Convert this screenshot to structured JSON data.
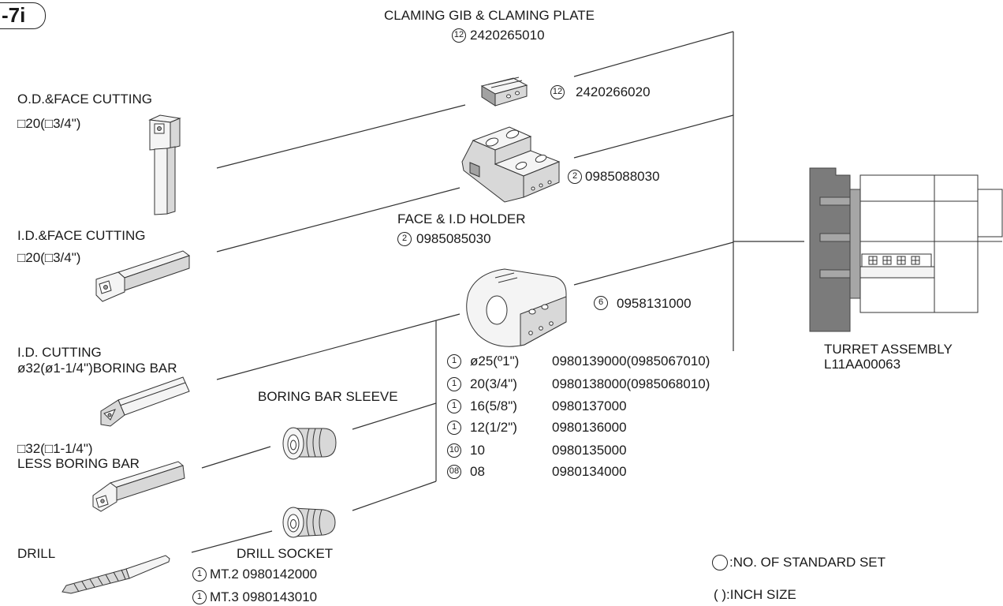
{
  "page_label": "-7i",
  "clamping": {
    "title": "CLAMING GIB & CLAMING PLATE",
    "plate": {
      "qty": "12",
      "number": "2420265010"
    },
    "gib": {
      "qty": "12",
      "number": "2420266020"
    }
  },
  "face_id_holder": {
    "title": "FACE & I.D HOLDER",
    "holder": {
      "qty": "2",
      "number": "0985085030"
    },
    "upper": {
      "qty": "2",
      "number": "0985088030"
    }
  },
  "boring_bar_holder": {
    "qty": "6",
    "number": "0958131000"
  },
  "tools": {
    "od_face": {
      "title": "O.D.&FACE CUTTING",
      "size": "□20(□3/4\")"
    },
    "id_face": {
      "title": "I.D.&FACE CUTTING",
      "size": "□20(□3/4\")"
    },
    "id_cutting": {
      "title": "I.D. CUTTING",
      "size": "ø32(ø1-1/4\")BORING BAR"
    },
    "less_boring": {
      "size": "□32(□1-1/4\")",
      "title": "LESS BORING BAR"
    },
    "drill": {
      "title": "DRILL"
    }
  },
  "boring_bar_sleeve": {
    "title": "BORING BAR SLEEVE",
    "rows": [
      {
        "qty": "1",
        "size": "ø25(º1\")",
        "number": "0980139000(0985067010)"
      },
      {
        "qty": "1",
        "size": "20(3/4\")",
        "number": "0980138000(0985068010)"
      },
      {
        "qty": "1",
        "size": "16(5/8\")",
        "number": "0980137000"
      },
      {
        "qty": "1",
        "size": "12(1/2\")",
        "number": "0980136000"
      },
      {
        "qty": "10",
        "size": "10",
        "number": "0980135000"
      },
      {
        "qty": "08",
        "size": "08",
        "number": "0980134000"
      }
    ]
  },
  "drill_socket": {
    "title": "DRILL SOCKET",
    "rows": [
      {
        "qty": "1",
        "text": "MT.2 0980142000"
      },
      {
        "qty": "1",
        "text": "MT.3 0980143010"
      }
    ]
  },
  "turret": {
    "title": "TURRET ASSEMBLY",
    "number": "L11AA00063"
  },
  "legend": {
    "standard_set": ":NO. OF STANDARD SET",
    "inch_size": "( ):INCH SIZE"
  },
  "colors": {
    "line": "#333333",
    "light": "#f4f4f4",
    "mid": "#d8d8d8",
    "dark": "#a2a2a2",
    "turret_dark": "#7b7b7b",
    "turret_mid": "#a6a6a6",
    "paper": "#ffffff",
    "ink": "#1a1a1a"
  }
}
